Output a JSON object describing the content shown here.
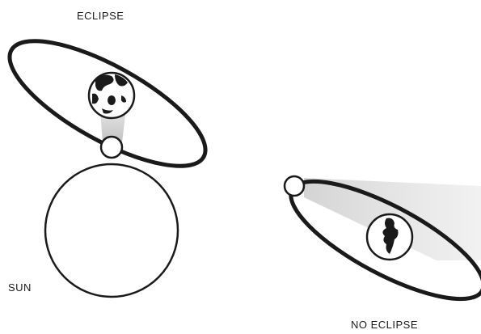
{
  "labels": {
    "eclipse": "ECLIPSE",
    "no_eclipse": "NO ECLIPSE",
    "sun": "SUN"
  },
  "colors": {
    "ink": "#1a1a1a",
    "shadow": "#c9c9c9",
    "moon_fill": "#ffffff",
    "background": "#ffffff"
  }
}
